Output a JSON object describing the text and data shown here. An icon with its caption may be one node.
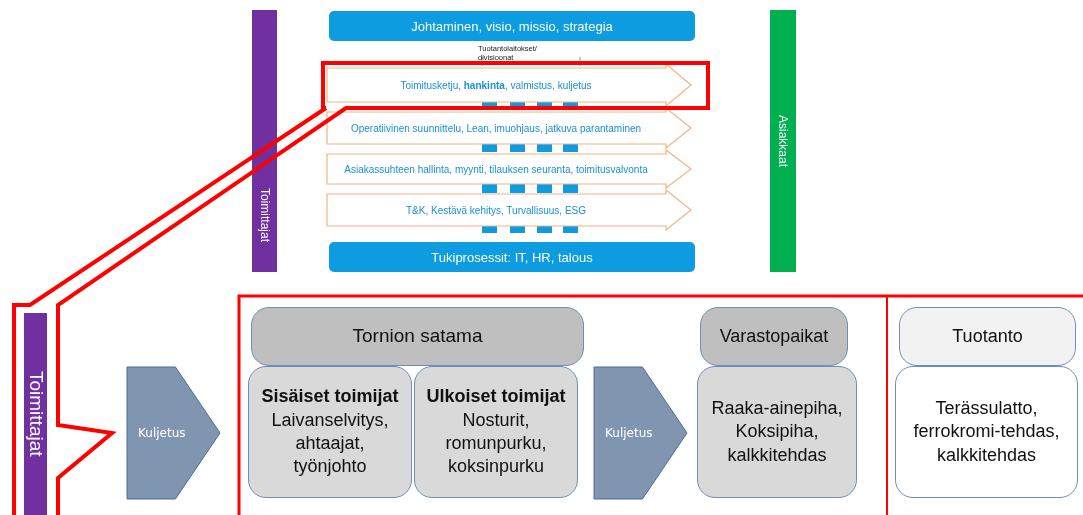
{
  "diagram": {
    "nodes": [
      {
        "text": [
          "Toimittajat"
        ]
      },
      {
        "text": [
          "Johtaminen, visio, missio, strategia"
        ]
      },
      {
        "text": [
          "Toimitusketju, **hankinta**, valmistus, kuljetus"
        ]
      },
      {
        "text": [
          "Operatiivinen suunnittelu, Lean, imuohjaus, jatkuva parantaminen"
        ]
      },
      {
        "text": [
          "Asiakassuhteen hallinta, myynti, tilauksen seuranta, toimitusvalvonta"
        ]
      },
      {
        "text": [
          "T&K, Kestävä kehitys, Turvallisuus, ESG"
        ]
      },
      {
        "text": [
          "Tukiprosessit: IT, HR, talous"
        ]
      },
      {
        "text": [
          "Asiakkaat"
        ]
      },
      {
        "text": [
          "Toimittajat"
        ]
      },
      {
        "text": [
          "Kuljetus"
        ]
      },
      {
        "text": [
          "Tornion satama"
        ]
      },
      {
        "text": [
          "Sisäiset toimijat",
          "Laivanselvitys, ahtaajat, työnjohto"
        ]
      },
      {
        "text": [
          "Ulkoiset toimijat",
          "Nosturit, romunpurku, koksinpurku"
        ]
      },
      {
        "text": [
          "Kuljetus"
        ]
      },
      {
        "text": [
          "Varastopaikat"
        ]
      },
      {
        "text": [
          "Raaka-ainepiha, Koksipiha, kalkkitehdas"
        ]
      },
      {
        "text": [
          "Tuotanto"
        ]
      },
      {
        "text": [
          "Terässulatto, ferrokromi-tehdas, kalkkitehdas"
        ]
      }
    ],
    "labels": [
      "Tuotantolaitokset/ divisioonat"
    ]
  }
}
